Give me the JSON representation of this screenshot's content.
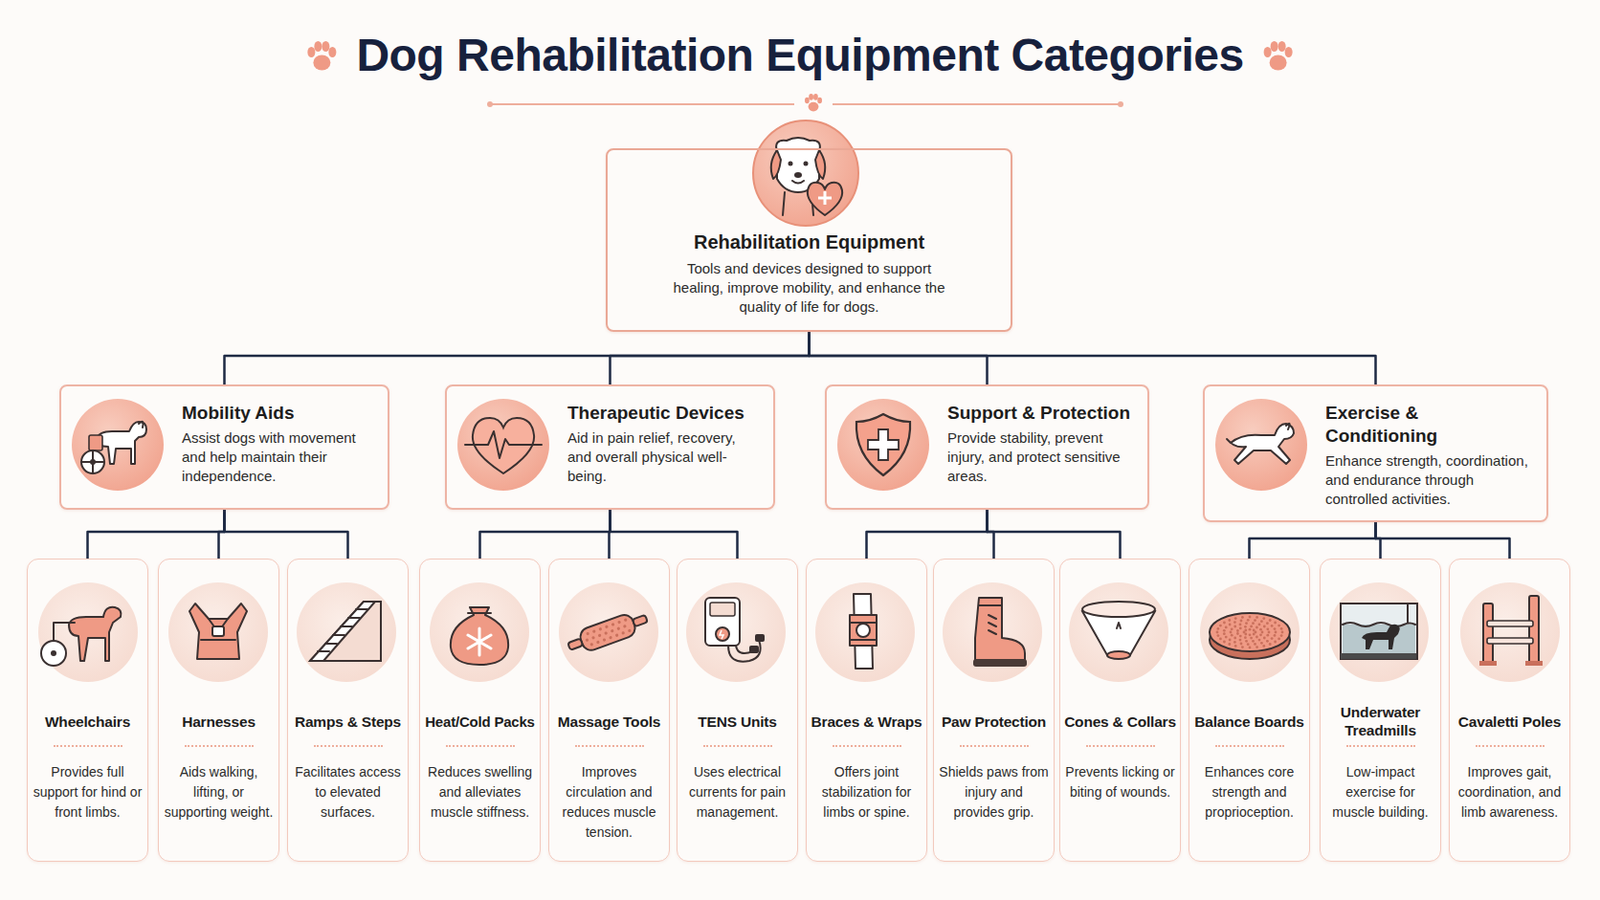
{
  "diagram": {
    "title": "Dog Rehabilitation Equipment Categories",
    "nodes": [
      {
        "text": [
          "Rehabilitation Equipment",
          "Tools and devices designed to support healing, improve mobility, and enhance the quality of life for dogs."
        ]
      },
      {
        "text": [
          "Mobility Aids",
          "Assist dogs with movement and help maintain their independence."
        ]
      },
      {
        "text": [
          "Therapeutic Devices",
          "Aid in pain relief, recovery, and overall physical well-being."
        ]
      },
      {
        "text": [
          "Support & Protection",
          "Provide stability, prevent injury, and protect sensitive areas."
        ]
      },
      {
        "text": [
          "Exercise & Conditioning",
          "Enhance strength, coordination, and endurance through controlled activities."
        ]
      },
      {
        "text": [
          "Wheelchairs",
          "Provides full support for hind or front limbs."
        ]
      },
      {
        "text": [
          "Harnesses",
          "Aids walking, lifting, or supporting weight."
        ]
      },
      {
        "text": [
          "Ramps & Steps",
          "Facilitates access to elevated surfaces."
        ]
      },
      {
        "text": [
          "Heat/Cold Packs",
          "Reduces swelling and alleviates muscle stiffness."
        ]
      },
      {
        "text": [
          "Massage Tools",
          "Improves circulation and reduces muscle tension."
        ]
      },
      {
        "text": [
          "TENS Units",
          "Uses electrical currents for pain management."
        ]
      },
      {
        "text": [
          "Braces & Wraps",
          "Offers joint stabilization for limbs or spine."
        ]
      },
      {
        "text": [
          "Paw Protection",
          "Shields paws from injury and provides grip."
        ]
      },
      {
        "text": [
          "Cones & Collars",
          "Prevents licking or biting of wounds."
        ]
      },
      {
        "text": [
          "Balance Boards",
          "Enhances core strength and proprioception."
        ]
      },
      {
        "text": [
          "Underwater Treadmills",
          "Low-impact exercise for muscle building."
        ]
      },
      {
        "text": [
          "Cavaletti Poles",
          "Improves gait, coordination, and limb awareness."
        ]
      }
    ],
    "edges": [
      {
        "from": 0,
        "to": 1,
        "arrow": "none"
      },
      {
        "from": 0,
        "to": 2,
        "arrow": "none"
      },
      {
        "from": 0,
        "to": 3,
        "arrow": "none"
      },
      {
        "from": 0,
        "to": 4,
        "arrow": "none"
      },
      {
        "from": 1,
        "to": 5,
        "arrow": "none"
      },
      {
        "from": 1,
        "to": 6,
        "arrow": "none"
      },
      {
        "from": 1,
        "to": 7,
        "arrow": "none"
      },
      {
        "from": 2,
        "to": 8,
        "arrow": "none"
      },
      {
        "from": 2,
        "to": 9,
        "arrow": "none"
      },
      {
        "from": 2,
        "to": 10,
        "arrow": "none"
      },
      {
        "from": 3,
        "to": 11,
        "arrow": "none"
      },
      {
        "from": 3,
        "to": 12,
        "arrow": "none"
      },
      {
        "from": 3,
        "to": 13,
        "arrow": "none"
      },
      {
        "from": 4,
        "to": 14,
        "arrow": "none"
      },
      {
        "from": 4,
        "to": 15,
        "arrow": "none"
      },
      {
        "from": 4,
        "to": 16,
        "arrow": "none"
      }
    ]
  }
}
